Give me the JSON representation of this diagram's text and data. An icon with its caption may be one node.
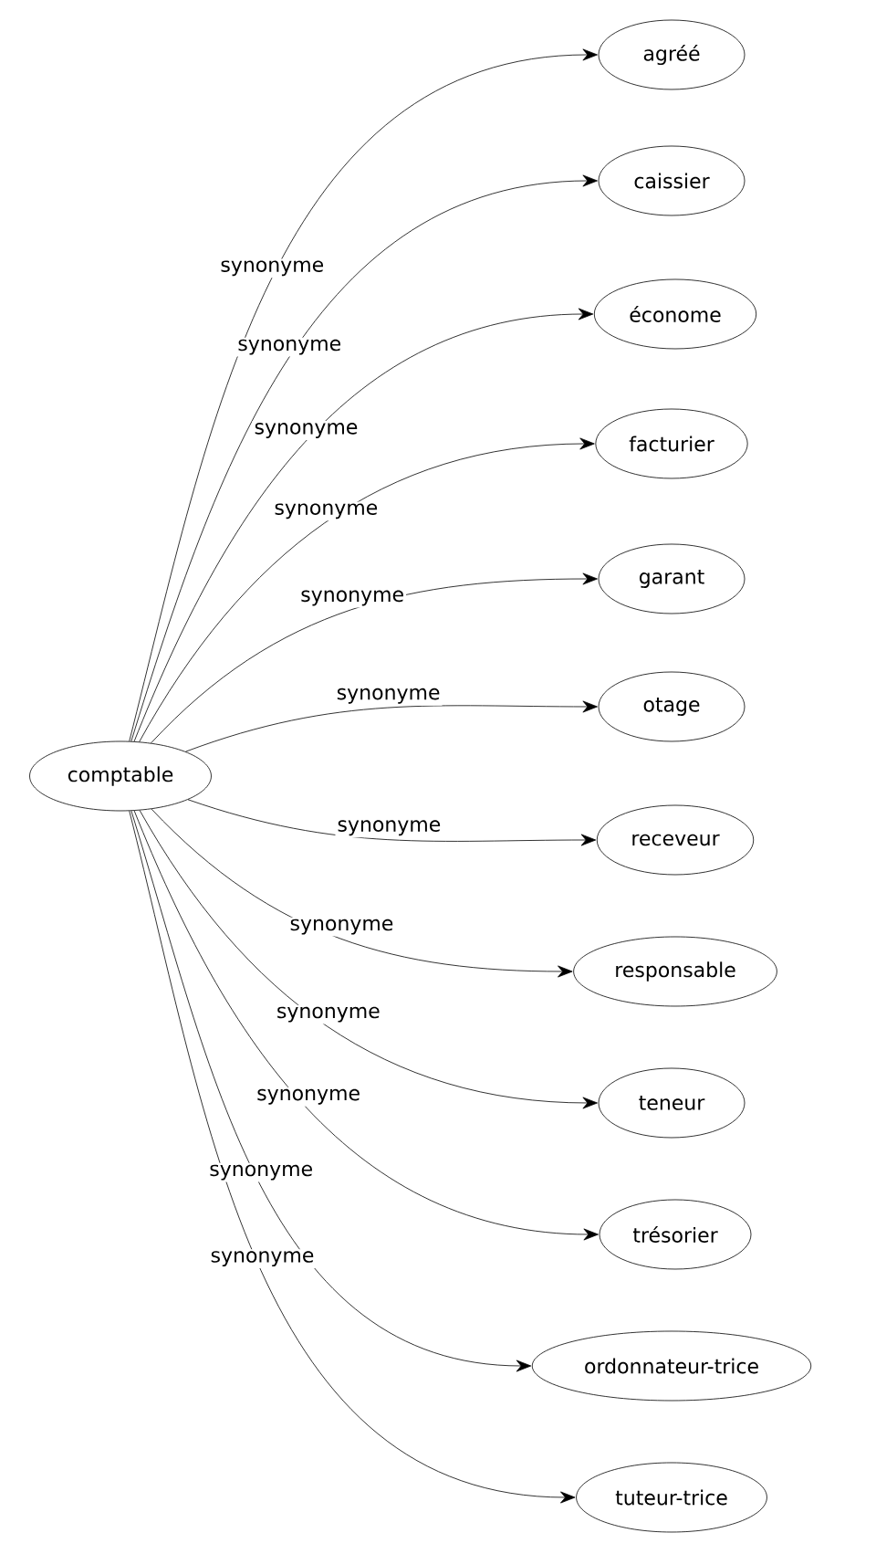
{
  "diagram": {
    "nodes": [
      {
        "text": [
          "comptable"
        ]
      },
      {
        "text": [
          "agréé"
        ]
      },
      {
        "text": [
          "caissier"
        ]
      },
      {
        "text": [
          "économe"
        ]
      },
      {
        "text": [
          "facturier"
        ]
      },
      {
        "text": [
          "garant"
        ]
      },
      {
        "text": [
          "otage"
        ]
      },
      {
        "text": [
          "receveur"
        ]
      },
      {
        "text": [
          "responsable"
        ]
      },
      {
        "text": [
          "teneur"
        ]
      },
      {
        "text": [
          "trésorier"
        ]
      },
      {
        "text": [
          "ordonnateur-trice"
        ]
      },
      {
        "text": [
          "tuteur-trice"
        ]
      }
    ],
    "edges": [
      {
        "from": 0,
        "to": 1,
        "arrow": "to",
        "label": "synonyme"
      },
      {
        "from": 0,
        "to": 2,
        "arrow": "to",
        "label": "synonyme"
      },
      {
        "from": 0,
        "to": 3,
        "arrow": "to",
        "label": "synonyme"
      },
      {
        "from": 0,
        "to": 4,
        "arrow": "to",
        "label": "synonyme"
      },
      {
        "from": 0,
        "to": 5,
        "arrow": "to",
        "label": "synonyme"
      },
      {
        "from": 0,
        "to": 6,
        "arrow": "to",
        "label": "synonyme"
      },
      {
        "from": 0,
        "to": 7,
        "arrow": "to",
        "label": "synonyme"
      },
      {
        "from": 0,
        "to": 8,
        "arrow": "to",
        "label": "synonyme"
      },
      {
        "from": 0,
        "to": 9,
        "arrow": "to",
        "label": "synonyme"
      },
      {
        "from": 0,
        "to": 10,
        "arrow": "to",
        "label": "synonyme"
      },
      {
        "from": 0,
        "to": 11,
        "arrow": "to",
        "label": "synonyme"
      },
      {
        "from": 0,
        "to": 12,
        "arrow": "to",
        "label": "synonyme"
      }
    ]
  }
}
